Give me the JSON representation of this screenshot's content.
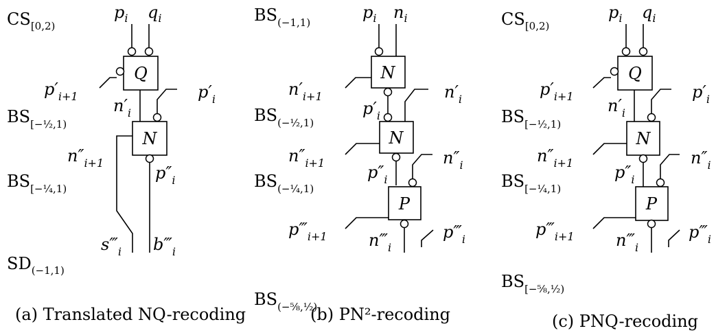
{
  "panel_a": {
    "range_labels": [
      {
        "base": "CS",
        "sub": "[0,2)"
      },
      {
        "base": "BS",
        "sub": "[−½,1)"
      },
      {
        "base": "BS",
        "sub": "[−¼,1)"
      },
      {
        "base": "SD",
        "sub": "(−1,1)"
      }
    ],
    "boxes": [
      "Q",
      "N"
    ],
    "signals": {
      "in1": {
        "base": "p",
        "mark": "",
        "sub": "i"
      },
      "in2": {
        "base": "q",
        "mark": "",
        "sub": "i"
      },
      "left_q": {
        "base": "p",
        "mark": "′",
        "sub": "i+1"
      },
      "mid": {
        "base": "n",
        "mark": "′",
        "sub": "i"
      },
      "right_n": {
        "base": "p",
        "mark": "′",
        "sub": "i"
      },
      "left_n": {
        "base": "n",
        "mark": "″",
        "sub": "i+1"
      },
      "below_n": {
        "base": "p",
        "mark": "″",
        "sub": "i"
      },
      "out_s": {
        "base": "s",
        "mark": "‴",
        "sub": "i"
      },
      "out_b": {
        "base": "b",
        "mark": "‴",
        "sub": "i"
      }
    },
    "caption": "(a) Translated NQ-recoding"
  },
  "panel_b": {
    "range_labels": [
      {
        "base": "BS",
        "sub": "(−1,1)"
      },
      {
        "base": "BS",
        "sub": "(−½,1)"
      },
      {
        "base": "BS",
        "sub": "(−¼,1)"
      },
      {
        "base": "BS",
        "sub": "(−⅝,½)"
      }
    ],
    "boxes": [
      "N",
      "N",
      "P"
    ],
    "signals": {
      "in1": {
        "base": "p",
        "mark": "",
        "sub": "i"
      },
      "in2": {
        "base": "n",
        "mark": "",
        "sub": "i"
      },
      "left1": {
        "base": "n",
        "mark": "′",
        "sub": "i+1"
      },
      "right1": {
        "base": "n",
        "mark": "′",
        "sub": "i"
      },
      "mid1": {
        "base": "p",
        "mark": "′",
        "sub": "i"
      },
      "left2": {
        "base": "n",
        "mark": "″",
        "sub": "i+1"
      },
      "right2": {
        "base": "n",
        "mark": "″",
        "sub": "i"
      },
      "mid2": {
        "base": "p",
        "mark": "″",
        "sub": "i"
      },
      "left3": {
        "base": "p",
        "mark": "‴",
        "sub": "i+1"
      },
      "out_n": {
        "base": "n",
        "mark": "‴",
        "sub": "i"
      },
      "out_p": {
        "base": "p",
        "mark": "‴",
        "sub": "i"
      }
    },
    "caption": "(b) PN²-recoding"
  },
  "panel_c": {
    "range_labels": [
      {
        "base": "CS",
        "sub": "[0,2)"
      },
      {
        "base": "BS",
        "sub": "[−½,1)"
      },
      {
        "base": "BS",
        "sub": "[−¼,1)"
      },
      {
        "base": "BS",
        "sub": "[−⅝,½)"
      }
    ],
    "boxes": [
      "Q",
      "N",
      "P"
    ],
    "signals": {
      "in1": {
        "base": "p",
        "mark": "",
        "sub": "i"
      },
      "in2": {
        "base": "q",
        "mark": "",
        "sub": "i"
      },
      "left1": {
        "base": "p",
        "mark": "′",
        "sub": "i+1"
      },
      "right1": {
        "base": "p",
        "mark": "′",
        "sub": "i"
      },
      "mid1": {
        "base": "n",
        "mark": "′",
        "sub": "i"
      },
      "left2": {
        "base": "n",
        "mark": "″",
        "sub": "i+1"
      },
      "right2": {
        "base": "n",
        "mark": "″",
        "sub": "i"
      },
      "mid2": {
        "base": "p",
        "mark": "″",
        "sub": "i"
      },
      "left3": {
        "base": "p",
        "mark": "‴",
        "sub": "i+1"
      },
      "out_n": {
        "base": "n",
        "mark": "‴",
        "sub": "i"
      },
      "out_p": {
        "base": "p",
        "mark": "‴",
        "sub": "i"
      }
    },
    "caption": "(c) PNQ-recoding"
  }
}
